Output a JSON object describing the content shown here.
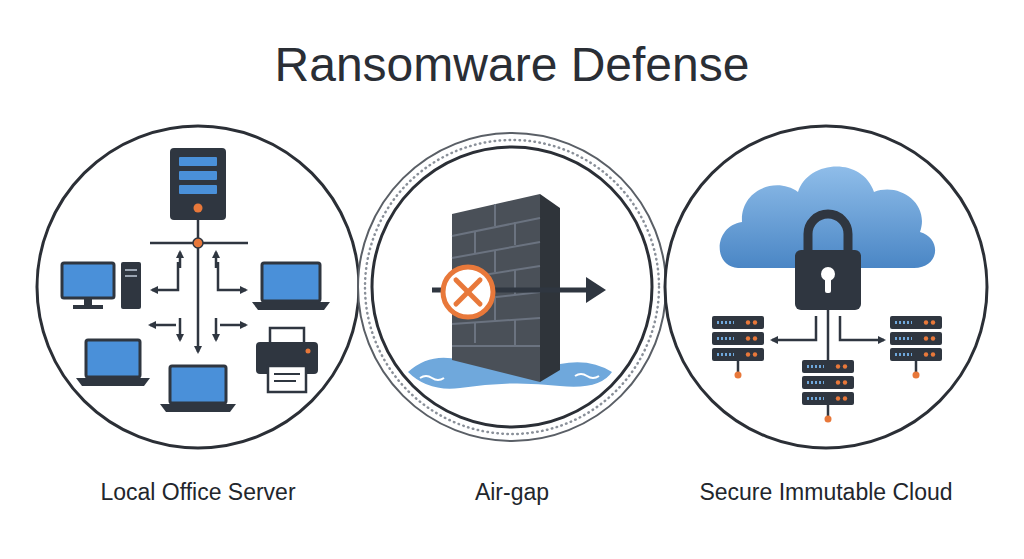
{
  "diagram": {
    "title": "Ransomware Defense",
    "nodes": [
      {
        "text": [
          "Local Office Server"
        ]
      },
      {
        "text": [
          "Air-gap"
        ]
      },
      {
        "text": [
          "Secure Immutable Cloud"
        ]
      }
    ]
  }
}
